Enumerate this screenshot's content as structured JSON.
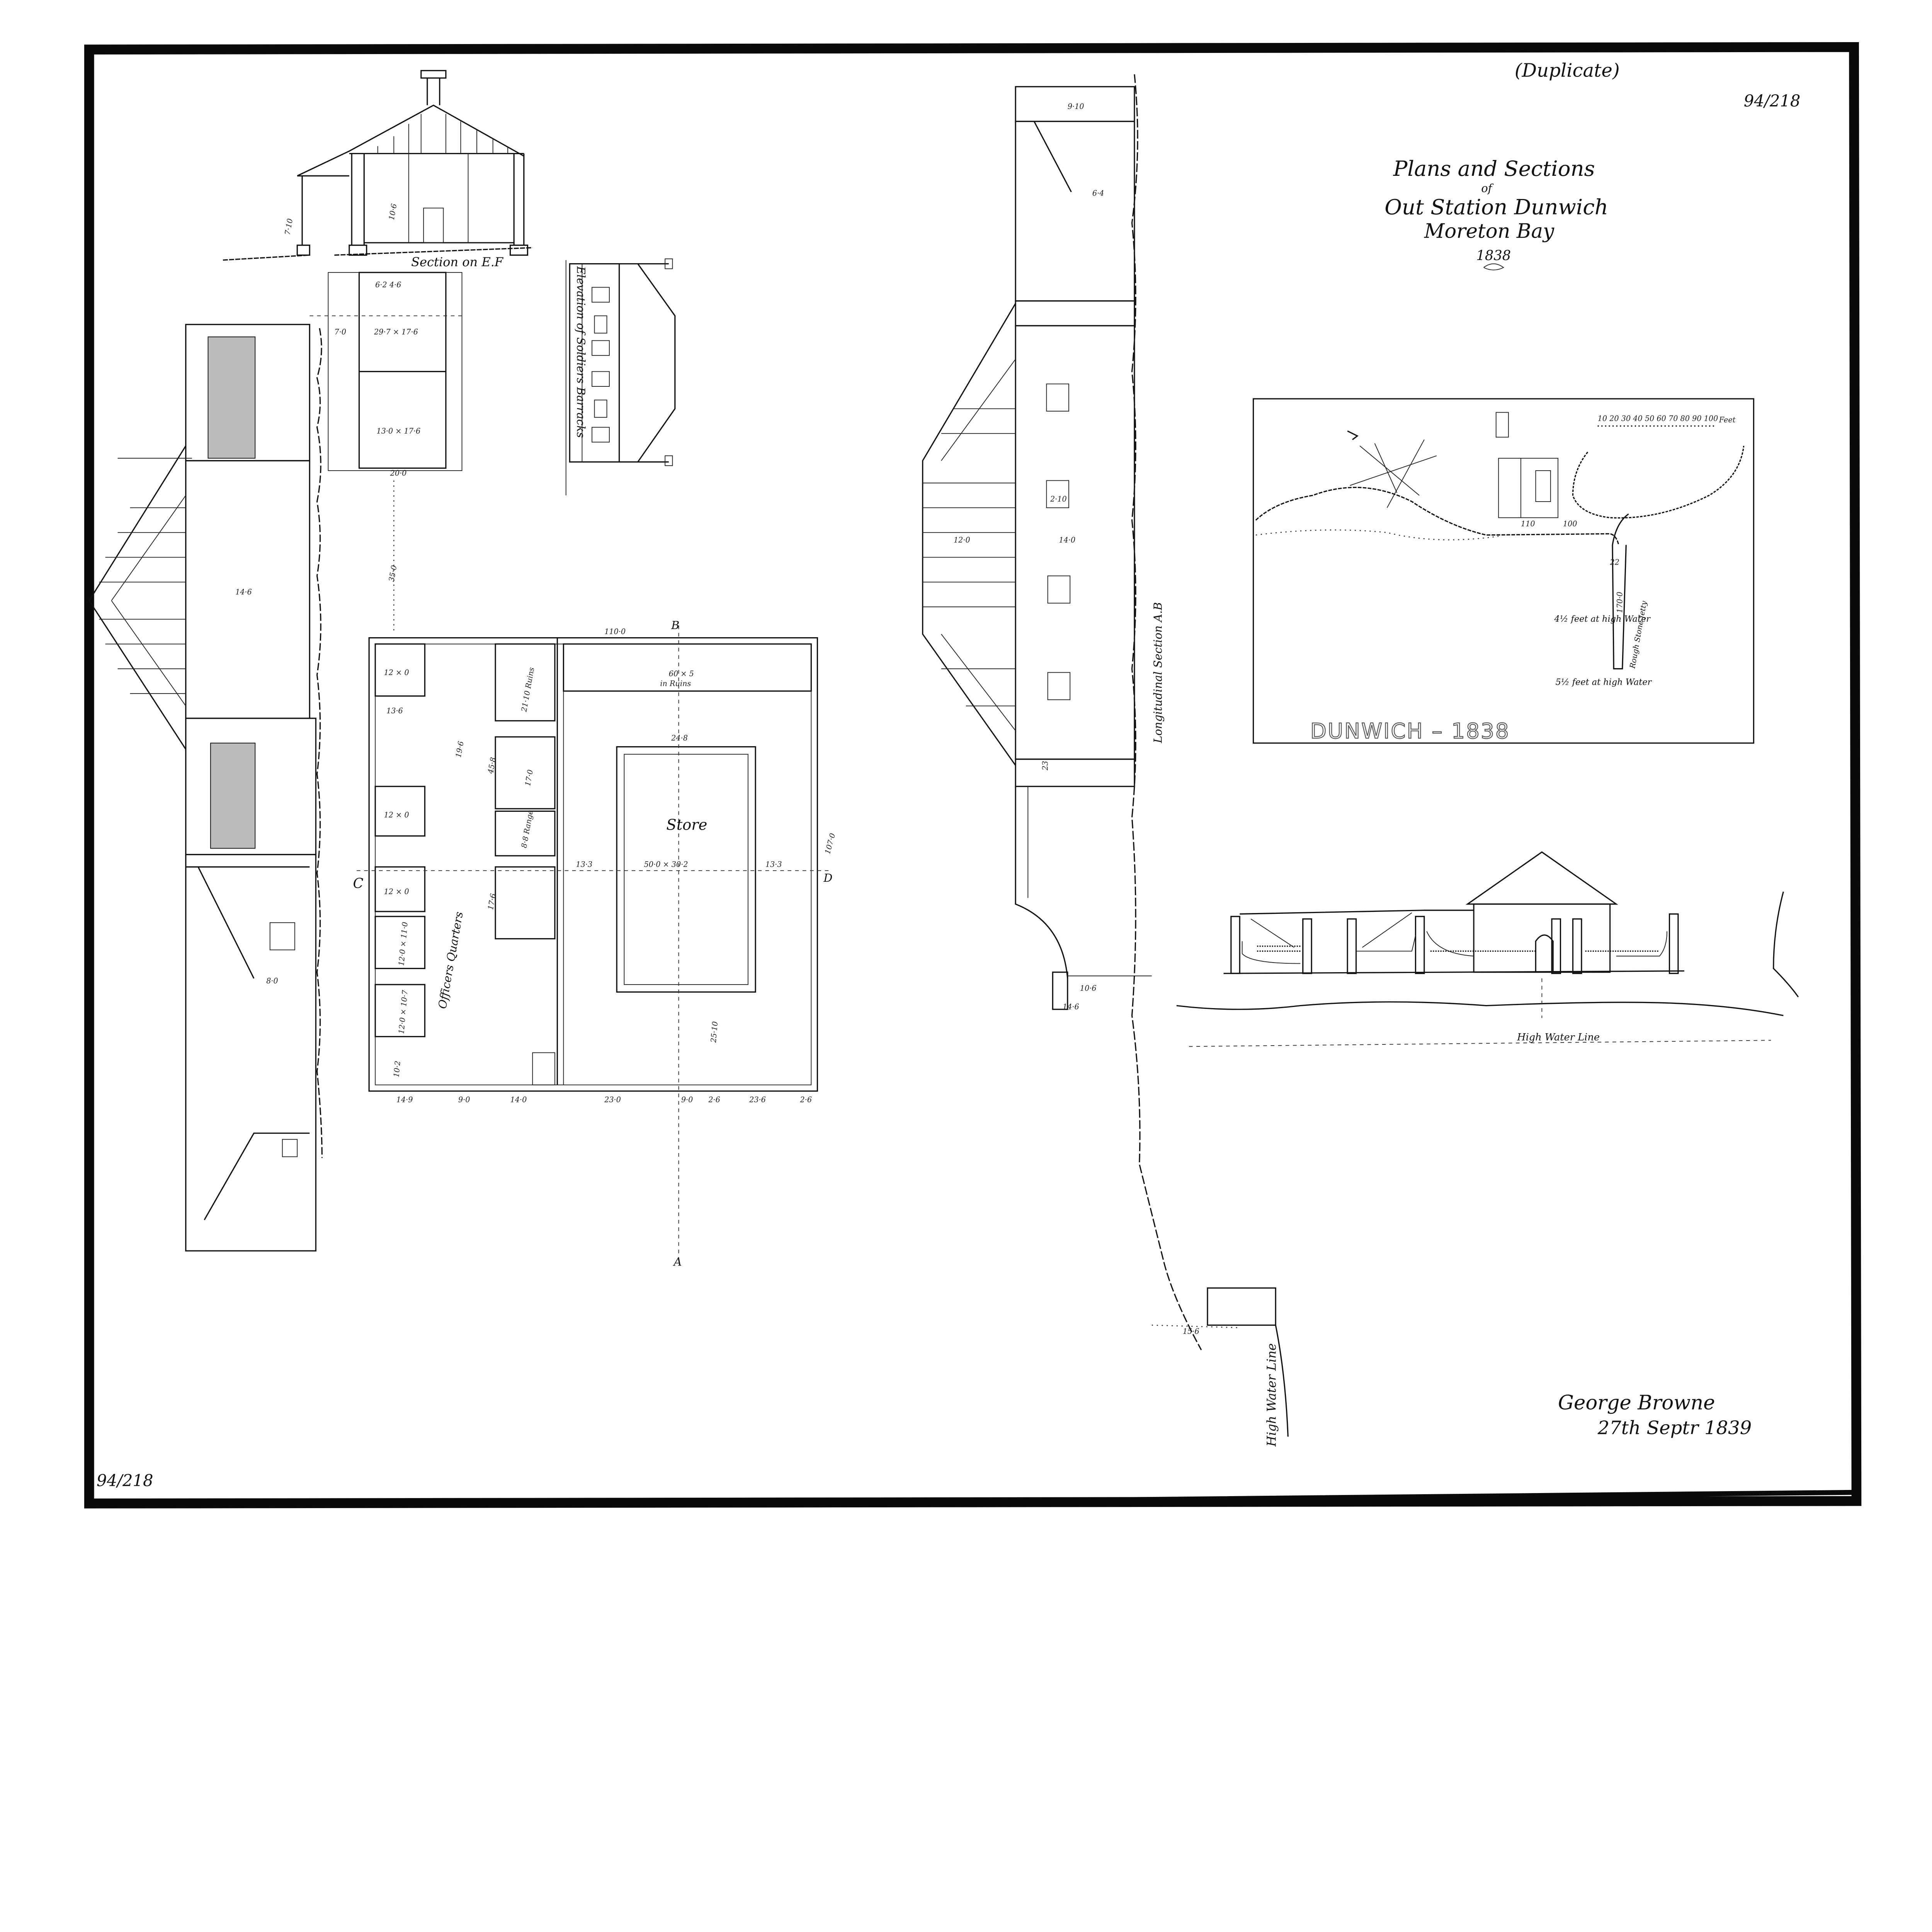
{
  "title": {
    "line1": "Plans and Sections",
    "line2": "of",
    "line3": "Out Station Dunwich",
    "line4": "Moreton Bay",
    "line5": "1838"
  },
  "annotations": {
    "duplicate": "(Duplicate)",
    "ref_top": "94/218",
    "ref_bottom": "94/218"
  },
  "signature": {
    "name": "George Browne",
    "date": "27th Septr 1839"
  },
  "section_ef": {
    "label": "Section on E.F",
    "height": "10·6",
    "eave": "7·10"
  },
  "barracks_plan": {
    "room1": "29·7 × 17·6",
    "room2": "13·0 × 17·6",
    "width": "20·0",
    "verandah": "7·0",
    "top": "6·2  4·6"
  },
  "barracks_elevation": {
    "label": "Elevation of Soldiers Barracks"
  },
  "long_section_left": {
    "width": "14·6",
    "lower": "8·0",
    "mark": "35·0"
  },
  "main_plan": {
    "overall": "110·0",
    "ruins_strip": "60 × 5",
    "ruins_strip_note": "in Ruins",
    "store": "Store",
    "store_size": "50·0 × 30·2",
    "store_width": "24·8",
    "officers": "Officers Quarters",
    "room_a": "12 × 0",
    "room_a_w": "13·6",
    "room_b": "12 × 0",
    "room_c": "12 × 0",
    "room_d": "12·0 × 11·0",
    "room_e": "12·0 × 10·7",
    "room_f": "10·2",
    "yard": "19·6",
    "ruins_room": "21·10 Ruins",
    "room_g": "17·0",
    "range": "8·8 Range",
    "passage": "45·8",
    "passage2": "17·6",
    "side_left": "13·3",
    "side_right": "13·3",
    "lower_yard": "25·10",
    "side_total": "107·0",
    "bottom_dims": [
      "14·9",
      "9·0",
      "14·0",
      "23·0",
      "9·0",
      "2·6",
      "23·6",
      "2·6"
    ],
    "marker_a": "A",
    "marker_b": "B",
    "marker_c": "C",
    "marker_d": "D"
  },
  "long_section_ab": {
    "label": "Longitudinal Section A.B",
    "top": "9·10",
    "upper": "6·4",
    "width": "14·0",
    "roof": "12·0",
    "window": "2·10",
    "mid": "23",
    "base": "14·6",
    "base2": "10·6",
    "jetty": "15·6",
    "water": "High Water Line"
  },
  "site_map": {
    "stamp": "DUNWICH – 1838",
    "scale_unit": "Feet",
    "scale_ticks": "10 20 30 40 50 60 70 80 90 100",
    "depth1": "4½ feet at high Water",
    "depth2": "5½ feet at high Water",
    "jetty_len": "170·0",
    "jetty_label": "Rough Stone Jetty",
    "jetty_width": "22",
    "plan_dim": "110",
    "dist": "100"
  },
  "front_elevation": {
    "water": "High Water Line"
  },
  "colors": {
    "ink": "#111111",
    "paper": "#ffffff",
    "frame": "#0a0a0a"
  }
}
